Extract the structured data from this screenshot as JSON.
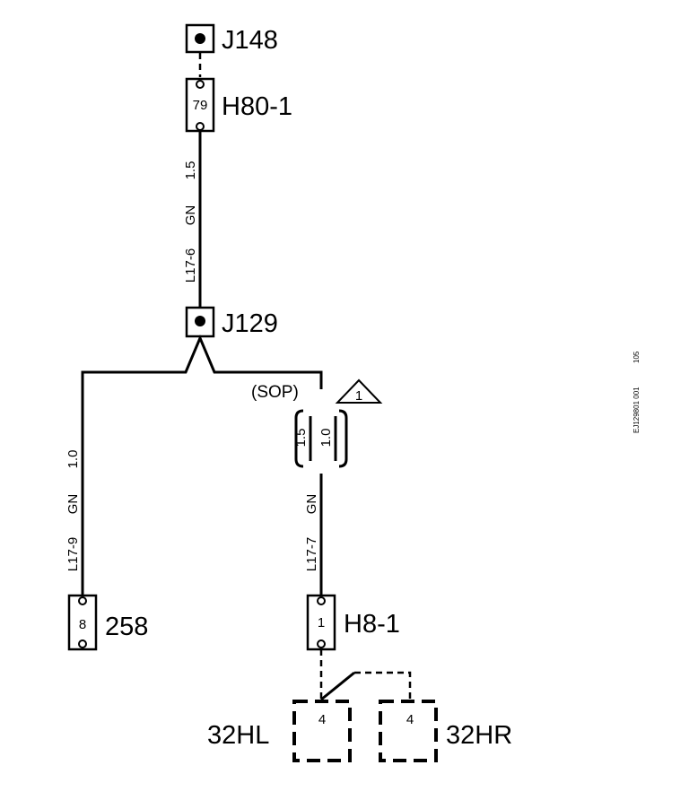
{
  "splices": {
    "top": {
      "label": "J148"
    },
    "middle": {
      "label": "J129"
    }
  },
  "connectors": {
    "h80": {
      "label": "H80-1",
      "pin": "79"
    },
    "c258": {
      "label": "258",
      "pin": "8"
    },
    "h8": {
      "label": "H8-1",
      "pin": "1"
    }
  },
  "wires": {
    "top": {
      "size": "1.5",
      "color": "GN",
      "id": "L17-6"
    },
    "left": {
      "size": "1.0",
      "color": "GN",
      "id": "L17-9"
    },
    "right": {
      "size_a": "1.5",
      "size_b": "1.0",
      "color": "GN",
      "id": "L17-7"
    }
  },
  "variant": {
    "label": "(SOP)",
    "note_number": "1"
  },
  "components": {
    "left": {
      "label": "32HL",
      "pin": "4"
    },
    "right": {
      "label": "32HR",
      "pin": "4"
    }
  },
  "side_code": {
    "code": "EJ129801 001",
    "number": "105"
  }
}
